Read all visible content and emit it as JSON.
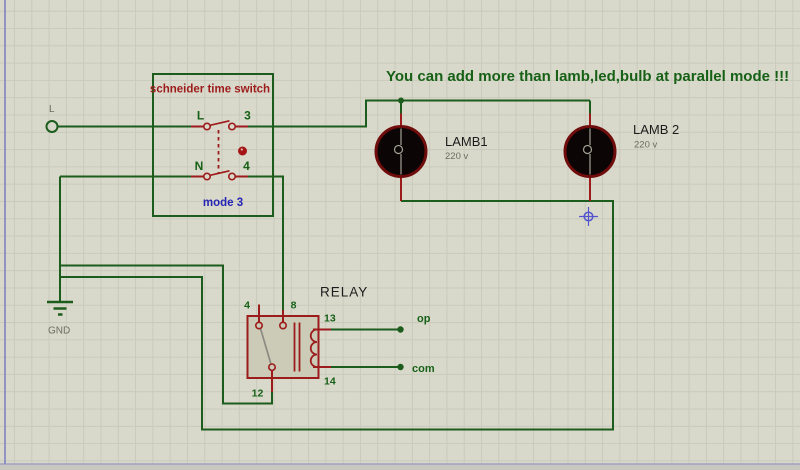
{
  "annotation": {
    "text": "You can add more than lamb,led,bulb at parallel mode !!!"
  },
  "input_terminal": {
    "label": "L"
  },
  "time_switch": {
    "title": "schneider time switch",
    "contact_l": "L",
    "pin_3": "3",
    "contact_n": "N",
    "pin_4": "4",
    "mode": "mode 3"
  },
  "ground": {
    "label": "GND"
  },
  "lamps": [
    {
      "name": "LAMB1",
      "voltage": "220 v"
    },
    {
      "name": "LAMB 2",
      "voltage": "220 v"
    }
  ],
  "relay": {
    "label": "RELAY",
    "pin_4": "4",
    "pin_8": "8",
    "pin_12": "12",
    "pin_13": "13",
    "pin_14": "14",
    "output_label": "op",
    "common_label": "com"
  },
  "colors": {
    "canvas": "#d9d9cb",
    "grid": "#c9c9bc",
    "wire_green": "#1c5c1c",
    "component_red": "#9c1b1b",
    "text_green": "#176117",
    "text_blue": "#2525b5",
    "lamp_fill": "#0b0505",
    "lamp_ring": "#6f0c0c",
    "relay_fill": "#cbcbb7",
    "origin_marker": "#5353cf",
    "sheet_border": "#8a8ac4"
  }
}
